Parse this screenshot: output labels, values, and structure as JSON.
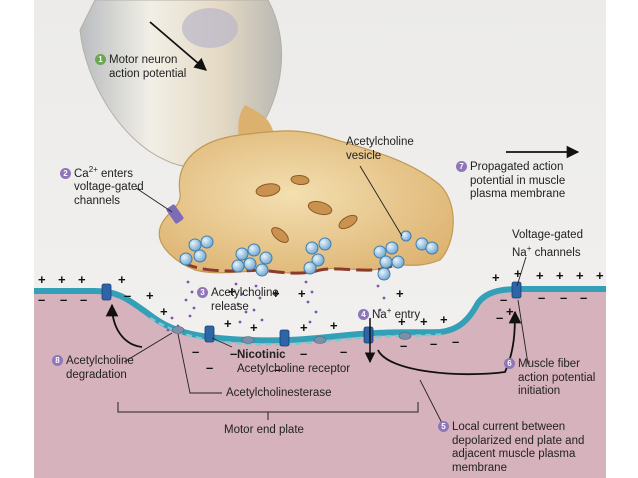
{
  "steps": [
    {
      "num": "1",
      "text": "Motor neuron",
      "text2": "action potential",
      "color": "#6aa84f"
    },
    {
      "num": "2",
      "text": "Ca2+ enters",
      "text2": "voltage-gated",
      "text3": "channels",
      "color": "#8f76b8"
    },
    {
      "num": "3",
      "text": "Acetylcholine",
      "text2": "release",
      "color": "#8f76b8"
    },
    {
      "num": "4",
      "text": "Na+ entry",
      "color": "#8f76b8"
    },
    {
      "num": "5",
      "text": "Local current between",
      "text2": "depolarized end plate and",
      "text3": "adjacent muscle plasma",
      "text4": "membrane",
      "color": "#8f76b8"
    },
    {
      "num": "6",
      "text": "Muscle fiber",
      "text2": "action potential",
      "text3": "initiation",
      "color": "#8f76b8"
    },
    {
      "num": "7",
      "text": "Propagated action",
      "text2": "potential in muscle",
      "text3": "plasma membrane",
      "color": "#8f76b8"
    },
    {
      "num": "8",
      "text": "Acetylcholine",
      "text2": "degradation",
      "color": "#8f76b8"
    }
  ],
  "labels": {
    "ach_vesicle_1": "Acetylcholine",
    "ach_vesicle_2": "vesicle",
    "vg_na_1": "Voltage-gated",
    "vg_na_2": "Na+ channels",
    "nicotinic_1": "Nicotinic",
    "nicotinic_2": "Acetylcholine receptor",
    "ache": "Acetylcholinesterase",
    "end_plate": "Motor end plate"
  },
  "charges": {
    "plus": "+",
    "minus": "–"
  },
  "colors": {
    "muscle": "#d9b4bf",
    "membrane": "#34a0b8",
    "terminal": "#e7c48a",
    "axon": "#c9c9c4",
    "vesicle": "#6fa5cf",
    "receptor": "#2e64a8",
    "arrow": "#111111"
  }
}
